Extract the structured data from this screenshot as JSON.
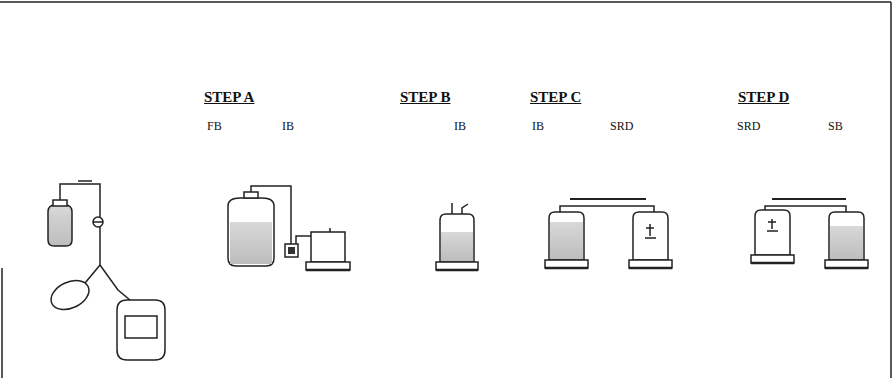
{
  "diagram": {
    "labels": [
      "STEP A",
      "FB",
      "IB",
      "STEP B",
      "IB",
      "STEP C",
      "IB",
      "SRD",
      "STEP D",
      "SRD",
      "SB"
    ]
  }
}
